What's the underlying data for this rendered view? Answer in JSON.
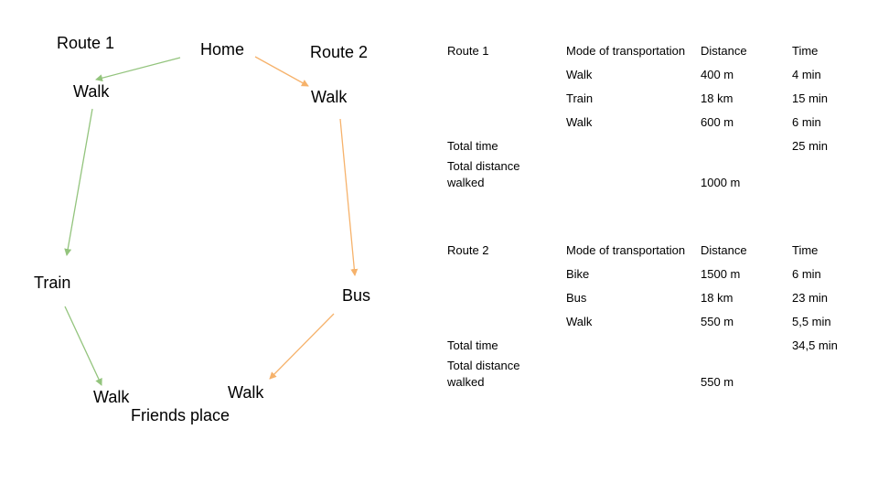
{
  "diagram": {
    "route1_label": "Route 1",
    "route2_label": "Route 2",
    "home": "Home",
    "friends_place": "Friends place",
    "route1_nodes": [
      "Walk",
      "Train",
      "Walk"
    ],
    "route2_nodes": [
      "Walk",
      "Bus",
      "Walk"
    ],
    "route1_color": "#93c47d",
    "route2_color": "#f6b26b"
  },
  "table1": {
    "title": "Route 1",
    "headers": [
      "Mode of transportation",
      "Distance",
      "Time"
    ],
    "rows": [
      [
        "Walk",
        "400 m",
        "4 min"
      ],
      [
        "Train",
        "18 km",
        "15 min"
      ],
      [
        "Walk",
        "600 m",
        "6 min"
      ]
    ],
    "total_time_label": "Total time",
    "total_time": "25 min",
    "total_distance_label_1": "Total distance",
    "total_distance_label_2": "walked",
    "total_distance": "1000 m"
  },
  "table2": {
    "title": "Route 2",
    "headers": [
      "Mode of transportation",
      "Distance",
      "Time"
    ],
    "rows": [
      [
        "Bike",
        "1500 m",
        "6 min"
      ],
      [
        "Bus",
        "18 km",
        "23 min"
      ],
      [
        "Walk",
        "550 m",
        "5,5 min"
      ]
    ],
    "total_time_label": "Total time",
    "total_time": "34,5 min",
    "total_distance_label_1": "Total distance",
    "total_distance_label_2": "walked",
    "total_distance": "550 m"
  }
}
